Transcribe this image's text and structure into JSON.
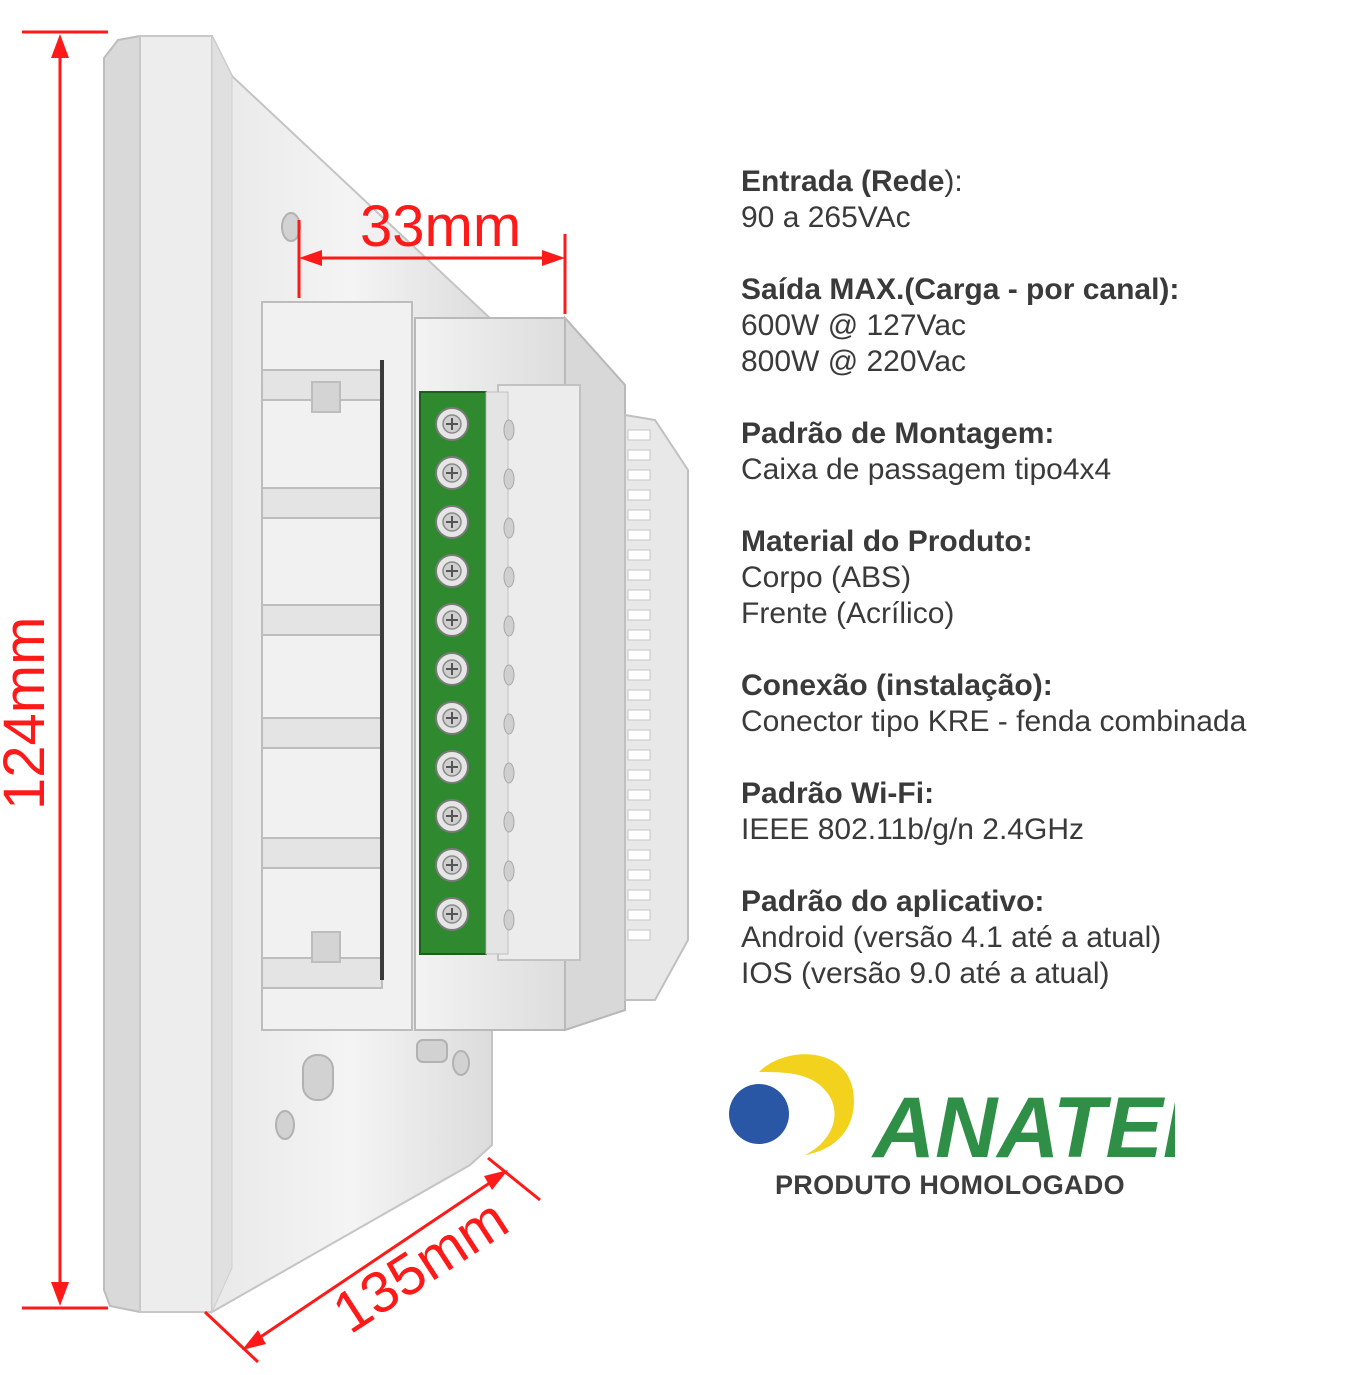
{
  "dimensions": {
    "depth": "33mm",
    "height": "124mm",
    "width": "135mm"
  },
  "specs": [
    {
      "title": "Entrada (Rede",
      "title_suffix": "):",
      "lines": [
        "90 a 265VAc"
      ]
    },
    {
      "title": "Saída MAX.(Carga - por canal):",
      "title_suffix": "",
      "lines": [
        "600W @ 127Vac",
        "800W @ 220Vac"
      ]
    },
    {
      "title": "Padrão de Montagem:",
      "title_suffix": "",
      "lines": [
        "Caixa de passagem tipo4x4"
      ]
    },
    {
      "title": "Material do Produto:",
      "title_suffix": "",
      "lines": [
        "Corpo (ABS)",
        "Frente (Acrílico)"
      ]
    },
    {
      "title": "Conexão (instalação):",
      "title_suffix": "",
      "lines": [
        "Conector tipo KRE - fenda combinada"
      ]
    },
    {
      "title": "Padrão Wi-Fi:",
      "title_suffix": "",
      "lines": [
        "IEEE 802.11b/g/n 2.4GHz"
      ]
    },
    {
      "title": "Padrão do aplicativo:",
      "title_suffix": "",
      "lines": [
        "Android (versão 4.1 até a atual)",
        "IOS (versão 9.0 até a atual)"
      ]
    }
  ],
  "logo": {
    "name": "ANATEL",
    "subtitle": "PRODUTO HOMOLOGADO",
    "colors": {
      "blue": "#2a56a6",
      "yellow": "#f2d21c",
      "green": "#2f8f46"
    }
  },
  "colors": {
    "dimension": "#ff1a1a",
    "terminal_block": "#2f8a2f",
    "text": "#3a3a3a"
  }
}
